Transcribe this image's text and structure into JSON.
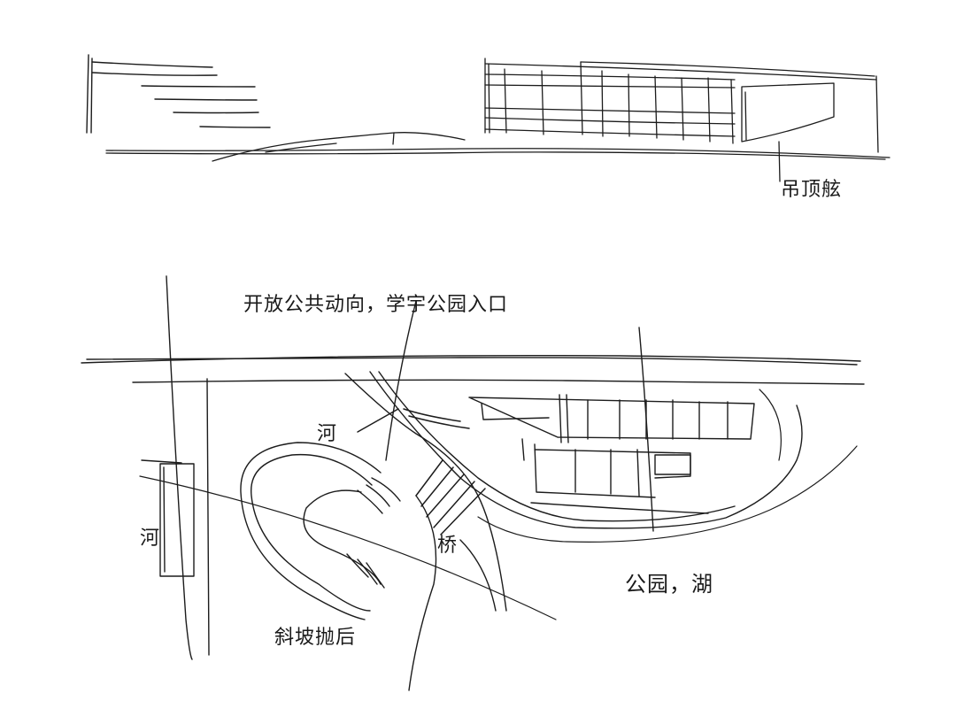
{
  "labels": {
    "section_note": "吊顶舷",
    "public_passage": "开放公共动向，学宇公园入口",
    "river": "河",
    "bridge": "桥",
    "road": "河",
    "slope_ramp": "斜坡抛后",
    "park_lake": "公园，湖"
  },
  "colors": {
    "ink": "#1c1c1c",
    "paper": "#ffffff"
  }
}
